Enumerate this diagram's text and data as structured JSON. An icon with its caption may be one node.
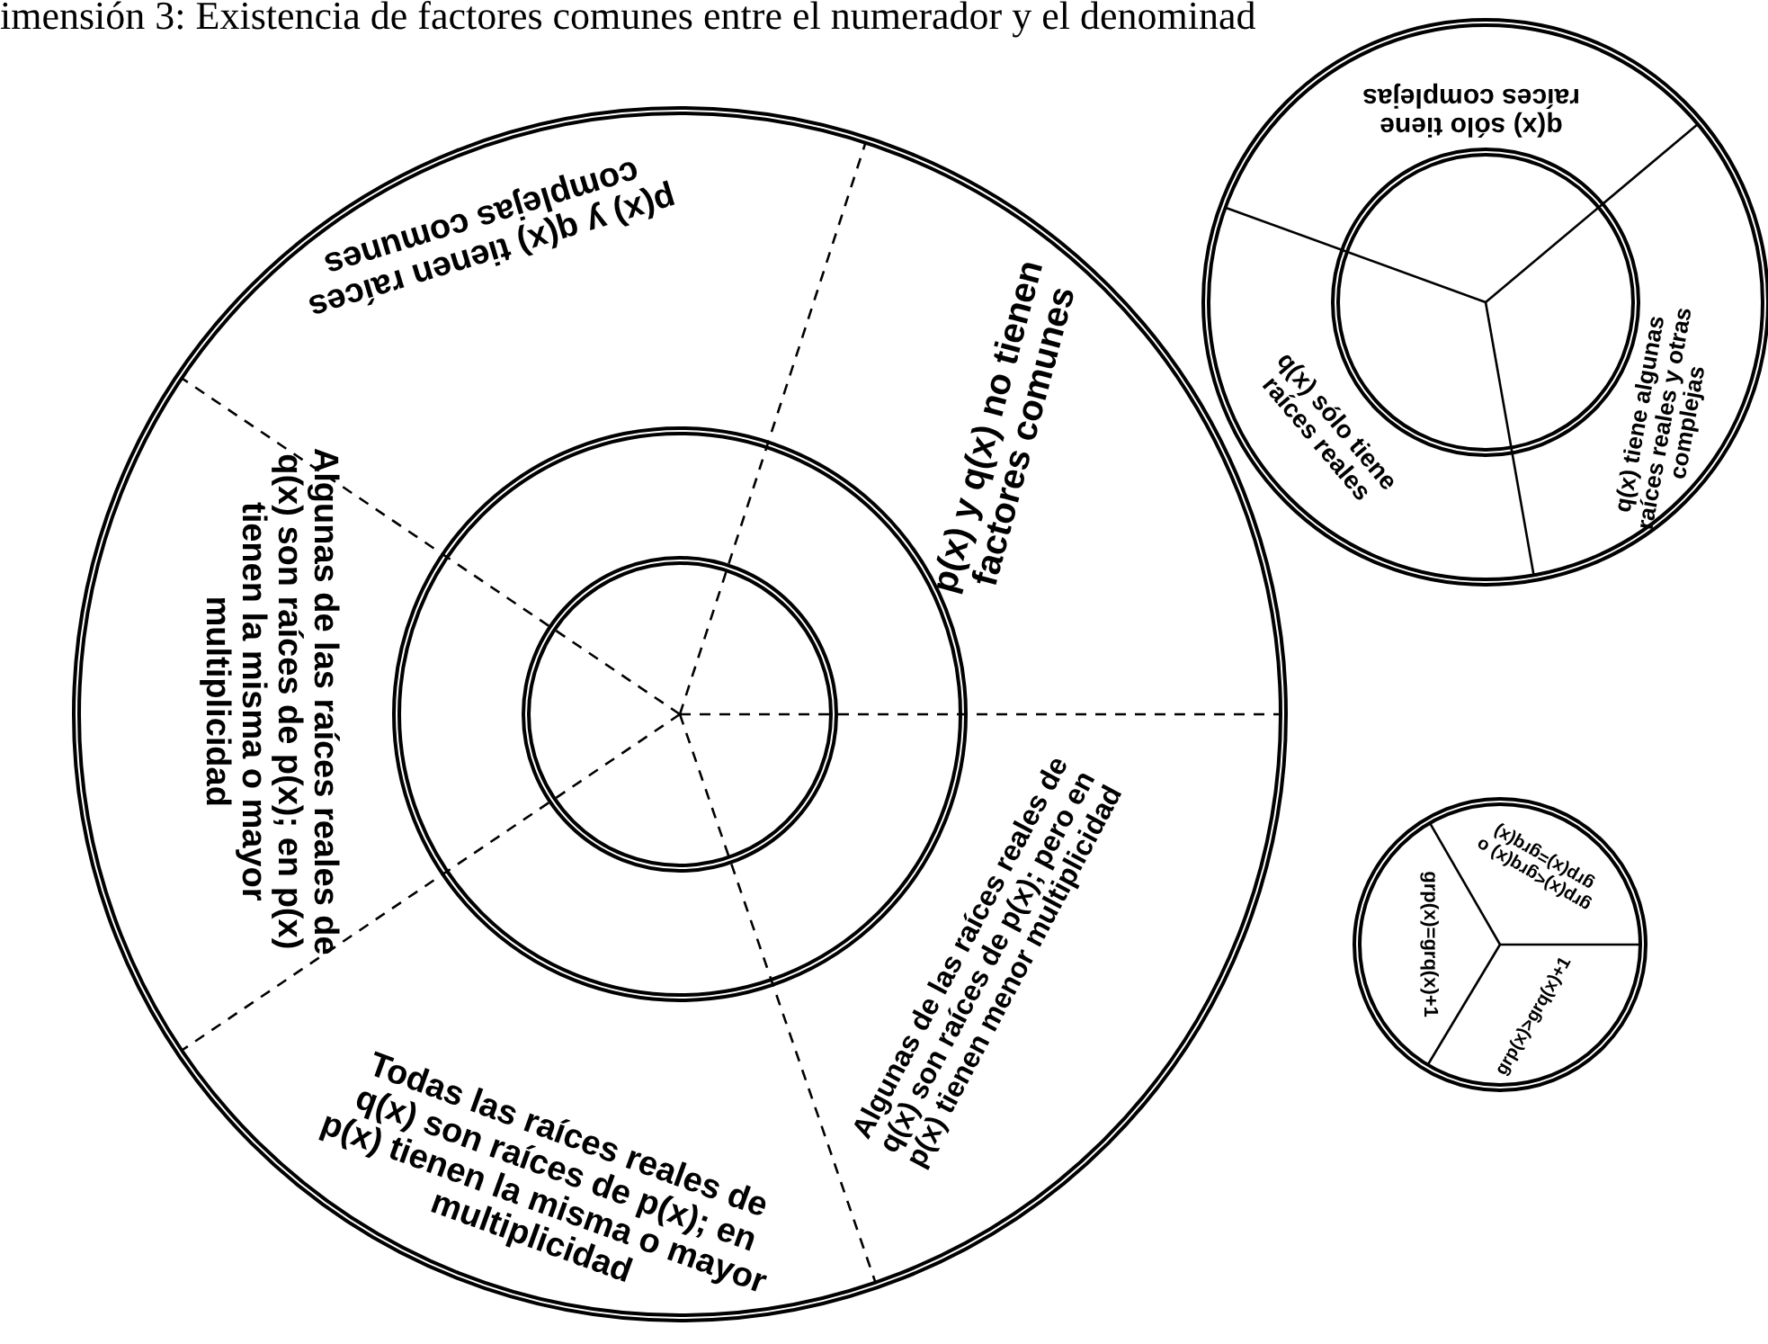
{
  "diagram": {
    "title": "imensión 3: Existencia de factores comunes entre el numerador y el denominad",
    "nodes": [
      {
        "text": [],
        "shape": "circle"
      },
      {
        "text": [],
        "shape": "circle",
        "in": 0
      },
      {
        "text": [],
        "shape": "circle",
        "in": 1
      },
      {
        "text": [
          "p(x) y q(x) tienen raíces complejas comunes"
        ],
        "in": 0
      },
      {
        "text": [
          "p(x) y q(x) no tienen factores comunes"
        ],
        "in": 0
      },
      {
        "text": [
          "Algunas de las raíces reales de q(x) son raíces de p(x); en p(x) tienen la misma o mayor multiplicidad"
        ],
        "in": 0
      },
      {
        "text": [
          "Algunas de las raíces reales de q(x) son raíces de p(x); pero en p(x) tienen menor multiplicidad"
        ],
        "in": 0
      },
      {
        "text": [
          "Todas las raíces reales de q(x) son raíces de p(x); en p(x) tienen la misma o mayor multiplicidad"
        ],
        "in": 0
      },
      {
        "text": [],
        "shape": "circle"
      },
      {
        "text": [],
        "shape": "circle",
        "in": 8
      },
      {
        "text": [
          "q(x) sólo tiene raíces complejas"
        ],
        "in": 8
      },
      {
        "text": [
          "q(x) sólo tiene raíces reales"
        ],
        "in": 8
      },
      {
        "text": [
          "q(x) tiene algunas raíces reales y otras complejas"
        ],
        "in": 8
      },
      {
        "text": [],
        "shape": "circle"
      },
      {
        "text": [
          "grp(x)<grq(x) o grp(x)=grq(x)"
        ],
        "in": 13
      },
      {
        "text": [
          "grp(x)=grq(x)+1"
        ],
        "in": 13
      },
      {
        "text": [
          "grp(x)>grq(x)+1"
        ],
        "in": 13
      }
    ],
    "edges": []
  }
}
